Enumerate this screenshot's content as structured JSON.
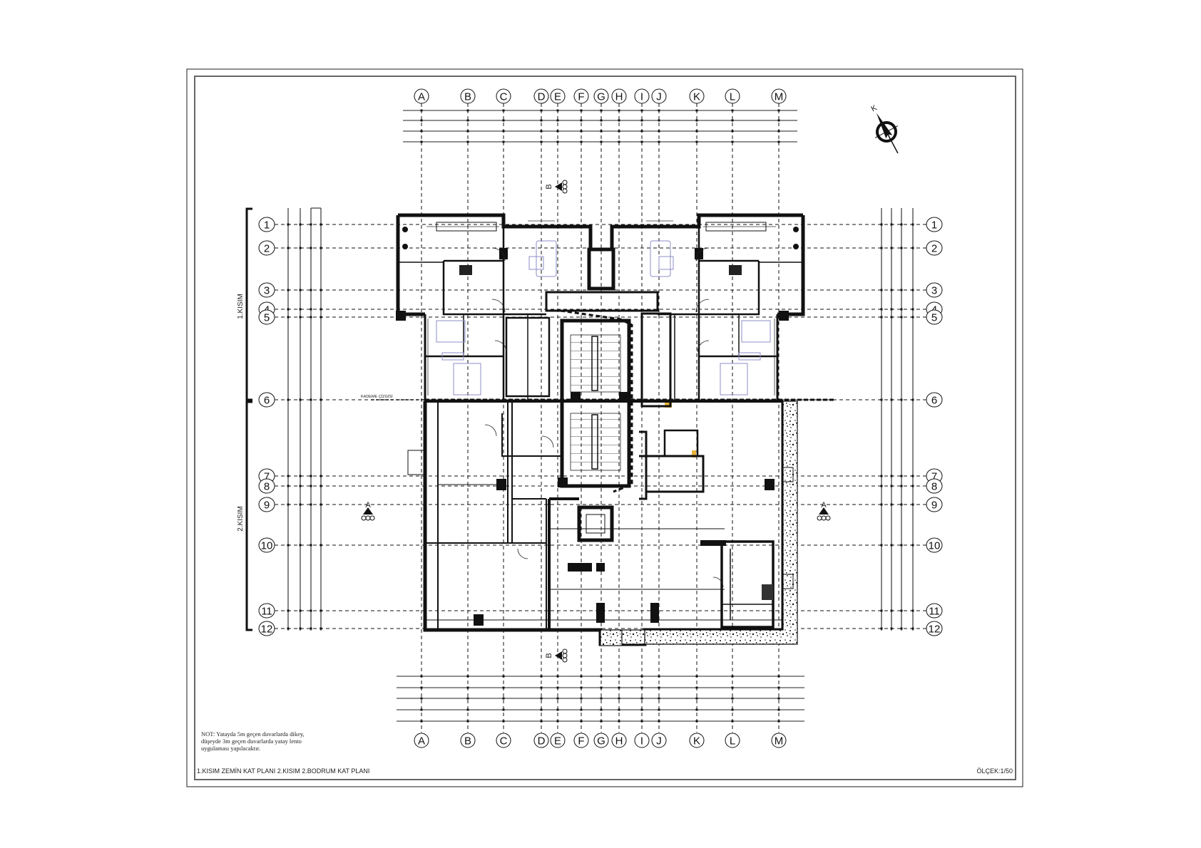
{
  "drawing": {
    "title_left": "1.KISIM ZEMİN KAT  PLANI  2.KISIM 2.BODRUM KAT PLANI",
    "scale_label": "ÖLÇEK:1/50",
    "note_lines": [
      "NOT: Yatayda 5m geçen duvarlarda dikey,",
      "düşeyde 3m geçen duvarlarda yatay lento",
      "uygulaması yapılacaktır."
    ],
    "north_label": "K",
    "section_labels": {
      "a_left": "A",
      "a_right": "A",
      "b_top": "B",
      "b_bottom": "B"
    },
    "step_line_label": "KADEME ÇİZGİSİ",
    "part_labels": {
      "part1": "1.KISIM",
      "part2": "2.KISIM"
    }
  },
  "grid": {
    "columns": [
      "A",
      "B",
      "C",
      "D",
      "E",
      "F",
      "G",
      "H",
      "I",
      "J",
      "K",
      "L",
      "M"
    ],
    "rows": [
      "1",
      "2",
      "3",
      "4",
      "5",
      "6",
      "7",
      "8",
      "9",
      "10",
      "11",
      "12"
    ]
  },
  "colors": {
    "ink": "#111111",
    "furniture": "#8c8cc8",
    "accent_fixture": "#e8b23a",
    "frame": "#444444"
  }
}
